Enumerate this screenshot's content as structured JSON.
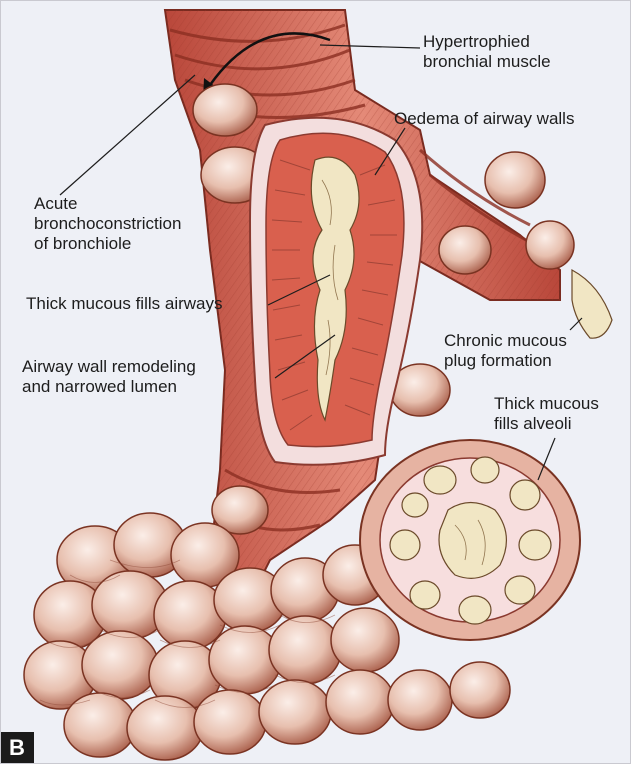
{
  "labels": {
    "hypertrophied_muscle": "Hypertrophied\nbronchial muscle",
    "oedema": "Oedema of airway walls",
    "acute_bronchoconstriction": "Acute\nbronchoconstriction\nof bronchiole",
    "thick_mucous_airways": "Thick mucous fills airways",
    "chronic_plug": "Chronic mucous\nplug formation",
    "airway_remodeling": "Airway wall remodeling\nand narrowed lumen",
    "thick_mucous_alveoli": "Thick mucous\nfills alveoli"
  },
  "panel_letter": "B",
  "colors": {
    "background": "#eef0f6",
    "muscle": "#d86a58",
    "muscle_dark": "#9c3a2c",
    "wall": "#f2d3d3",
    "alveolus": "#e8c3b4",
    "alveolus_dark": "#8f4a38",
    "mucus": "#f1e6c4"
  }
}
